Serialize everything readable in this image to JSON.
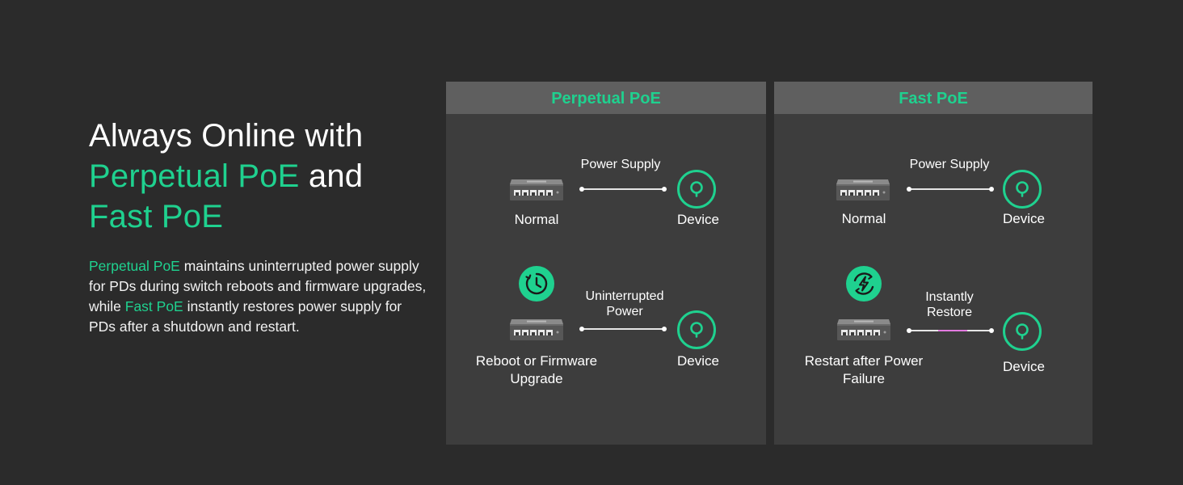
{
  "hero": {
    "title_l1": "Always Online with",
    "title_hl1": "Perpetual PoE",
    "title_and": " and",
    "title_hl2": "Fast PoE",
    "desc_hl1": "Perpetual PoE",
    "desc_t1": " maintains uninterrupted power supply for PDs during switch reboots and firmware upgrades, while ",
    "desc_hl2": "Fast PoE",
    "desc_t2": " instantly restores power supply for PDs after a shutdown and restart."
  },
  "perpetual": {
    "header": "Perpetual PoE",
    "top_supply": "Power Supply",
    "top_source": "Normal",
    "top_device": "Device",
    "bottom_supply_l1": "Uninterrupted",
    "bottom_supply_l2": "Power",
    "bottom_source_l1": "Reboot or Firmware",
    "bottom_source_l2": "Upgrade",
    "bottom_device": "Device"
  },
  "fast": {
    "header": "Fast PoE",
    "top_supply": "Power Supply",
    "top_source": "Normal",
    "top_device": "Device",
    "bottom_supply_l1": "Instantly",
    "bottom_supply_l2": "Restore",
    "bottom_source_l1": "Restart after Power",
    "bottom_source_l2": "Failure",
    "bottom_device": "Device"
  },
  "colors": {
    "accent": "#1fd18f",
    "panel": "#3d3d3d",
    "header": "#5f5f5f",
    "background": "#2b2b2b",
    "restore_segment": "#e27adf"
  },
  "icons": {
    "switch": "network-switch-icon",
    "device": "powered-device-icon",
    "reboot": "timer-clock-icon",
    "restore": "power-restore-icon"
  }
}
